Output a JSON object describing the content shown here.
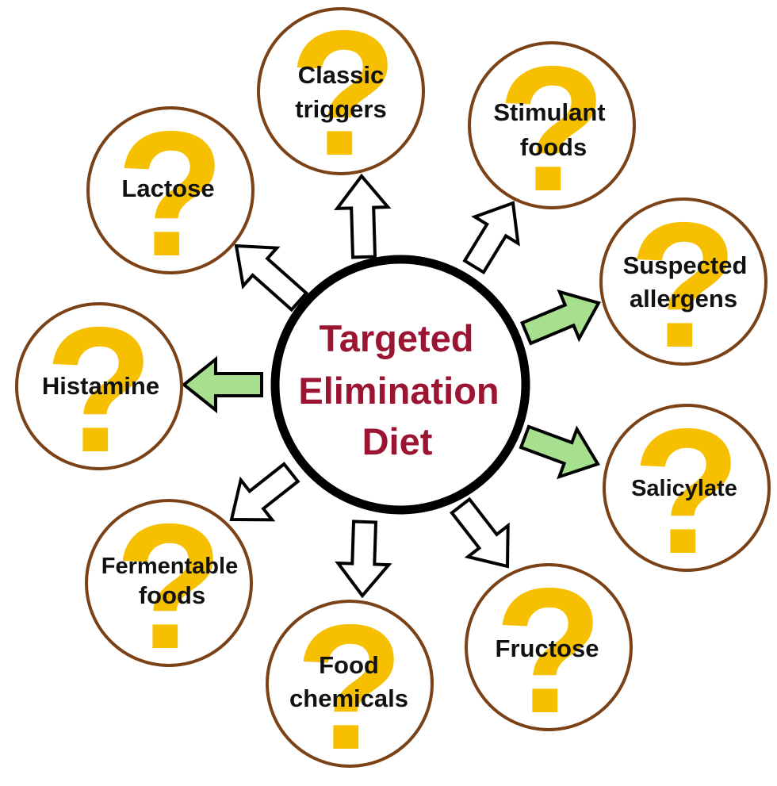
{
  "center": {
    "title_lines": [
      "Targeted",
      "Elimination",
      "Diet"
    ]
  },
  "colors": {
    "question_mark": "#f6c000",
    "node_ring": "#7a4216",
    "center_text": "#9b1432",
    "center_ring": "#000000",
    "highlight_arrow": "#a6e08f",
    "plain_arrow": "#ffffff"
  },
  "nodes": [
    {
      "id": "classic-triggers",
      "icon": "question-mark-icon",
      "lines": [
        "Classic",
        "triggers"
      ],
      "highlighted": false
    },
    {
      "id": "stimulant-foods",
      "icon": "question-mark-icon",
      "lines": [
        "Stimulant",
        "foods"
      ],
      "highlighted": false
    },
    {
      "id": "suspected-allergens",
      "icon": "question-mark-icon",
      "lines": [
        "Suspected",
        "allergens"
      ],
      "highlighted": true
    },
    {
      "id": "salicylate",
      "icon": "question-mark-icon",
      "lines": [
        "Salicylate"
      ],
      "highlighted": true
    },
    {
      "id": "fructose",
      "icon": "question-mark-icon",
      "lines": [
        "Fructose"
      ],
      "highlighted": false
    },
    {
      "id": "food-chemicals",
      "icon": "question-mark-icon",
      "lines": [
        "Food",
        "chemicals"
      ],
      "highlighted": false
    },
    {
      "id": "fermentable-foods",
      "icon": "question-mark-icon",
      "lines": [
        "Fermentable",
        "foods"
      ],
      "highlighted": false
    },
    {
      "id": "histamine",
      "icon": "question-mark-icon",
      "lines": [
        "Histamine"
      ],
      "highlighted": true
    },
    {
      "id": "lactose",
      "icon": "question-mark-icon",
      "lines": [
        "Lactose"
      ],
      "highlighted": false
    }
  ]
}
